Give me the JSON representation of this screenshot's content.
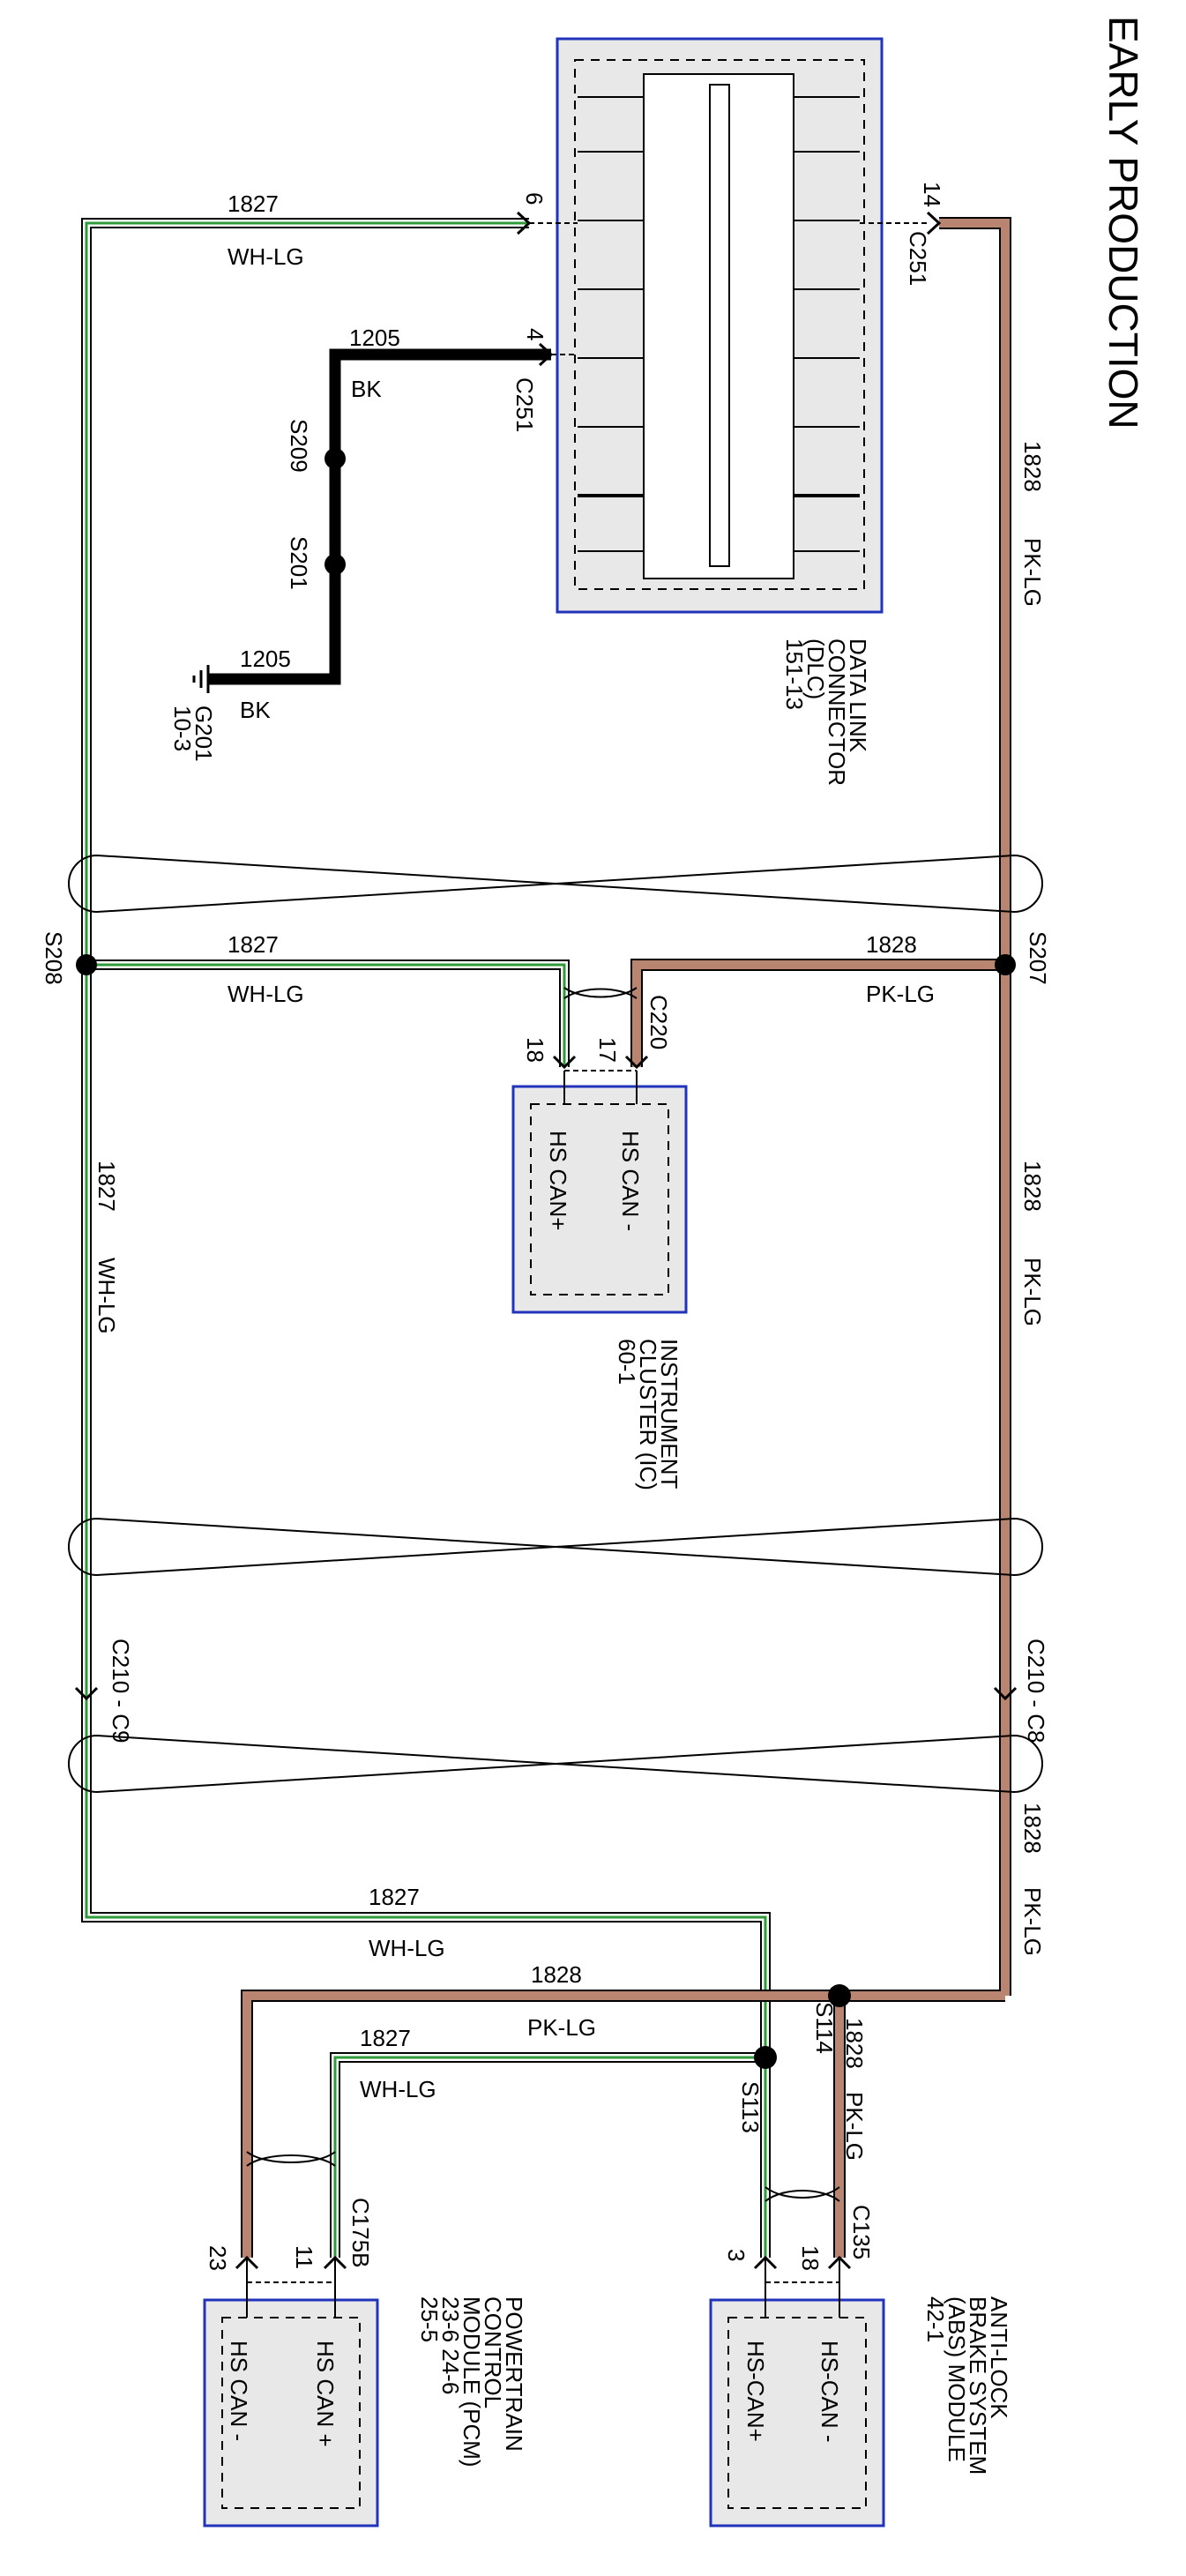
{
  "title": "EARLY PRODUCTION",
  "colors": {
    "module_border": "#2233bb",
    "module_fill": "#e8e8e8",
    "wire_wh_lg": "#2f9a3a",
    "wire_pk_lg": "#b98470",
    "wire_outline": "#000000",
    "ground_wire": "#000000"
  },
  "dlc": {
    "name_lines": [
      "DATA LINK",
      "CONNECTOR",
      "(DLC)",
      "151-13"
    ],
    "pin_top": "6",
    "pin_top_right": "14",
    "pin_mid": "4",
    "connector_top_right": "C251",
    "connector_mid": "C251"
  },
  "ground": {
    "circuit_top": "1205",
    "color_top": "BK",
    "circuit_bottom": "1205",
    "color_bottom": "BK",
    "splice_a": "S209",
    "splice_b": "S201",
    "ground_id": "G201",
    "ground_ref": "10-3"
  },
  "wires": {
    "can_plus_circuit": "1827",
    "can_plus_color": "WH-LG",
    "can_minus_circuit": "1828",
    "can_minus_color": "PK-LG"
  },
  "splices": {
    "s208": "S208",
    "s207": "S207",
    "s114": "S114",
    "s113": "S113"
  },
  "instrument_cluster": {
    "connector": "C220",
    "pin_plus": "18",
    "pin_minus": "17",
    "label_minus": "HS CAN -",
    "label_plus": "HS CAN+",
    "name_lines": [
      "INSTRUMENT",
      "CLUSTER (IC)",
      "60-1"
    ]
  },
  "inline_connectors": {
    "left": "C210 - C9",
    "right": "C210 - C8"
  },
  "pcm": {
    "connector": "C175B",
    "pin_plus": "11",
    "pin_minus": "23",
    "label_plus": "HS CAN +",
    "label_minus": "HS CAN -",
    "name_lines": [
      "POWERTRAIN",
      "CONTROL",
      "MODULE (PCM)",
      "23-6        24-6",
      "25-5"
    ]
  },
  "abs": {
    "connector": "C135",
    "pin_minus": "18",
    "pin_plus": "3",
    "label_minus": "HS-CAN -",
    "label_plus": "HS-CAN+",
    "name_lines": [
      "ANTI-LOCK",
      "BRAKE SYSTEM",
      "(ABS) MODULE",
      "42-1"
    ]
  }
}
